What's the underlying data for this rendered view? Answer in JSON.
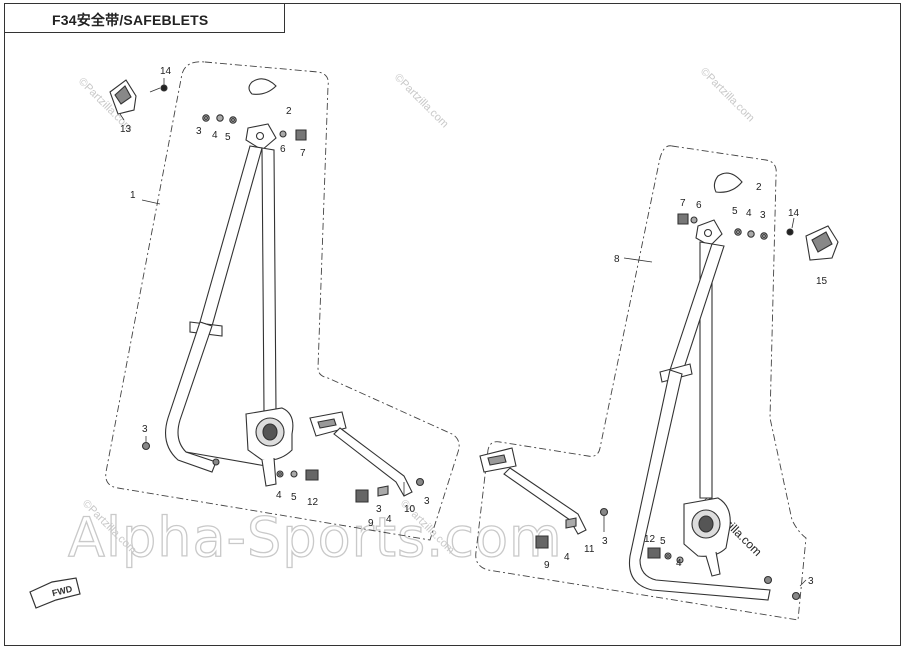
{
  "title": "F34安全带/SAFEBLETS",
  "watermark": "Alpha-Sports.com",
  "site_mark": "©Partzilla.com",
  "fwd_label": "FWD",
  "callouts": {
    "left": {
      "c14": "14",
      "c13": "13",
      "c2": "2",
      "c3": "3",
      "c4": "4",
      "c5": "5",
      "c6": "6",
      "c7": "7",
      "c1": "1",
      "c3b": "3",
      "c4b": "4",
      "c5b": "5",
      "c12": "12",
      "c3c": "3",
      "c9": "9",
      "c4c": "4",
      "c10": "10",
      "c3d": "3"
    },
    "right": {
      "c2": "2",
      "c7": "7",
      "c6": "6",
      "c5": "5",
      "c4": "4",
      "c3": "3",
      "c14": "14",
      "c15": "15",
      "c8": "8",
      "c3b": "3",
      "c9": "9",
      "c4b": "4",
      "c11": "11",
      "c12": "12",
      "c5b": "5",
      "c4c": "4",
      "c3c": "3"
    }
  },
  "colors": {
    "line": "#333333",
    "watermark": "#c8c8c8"
  }
}
